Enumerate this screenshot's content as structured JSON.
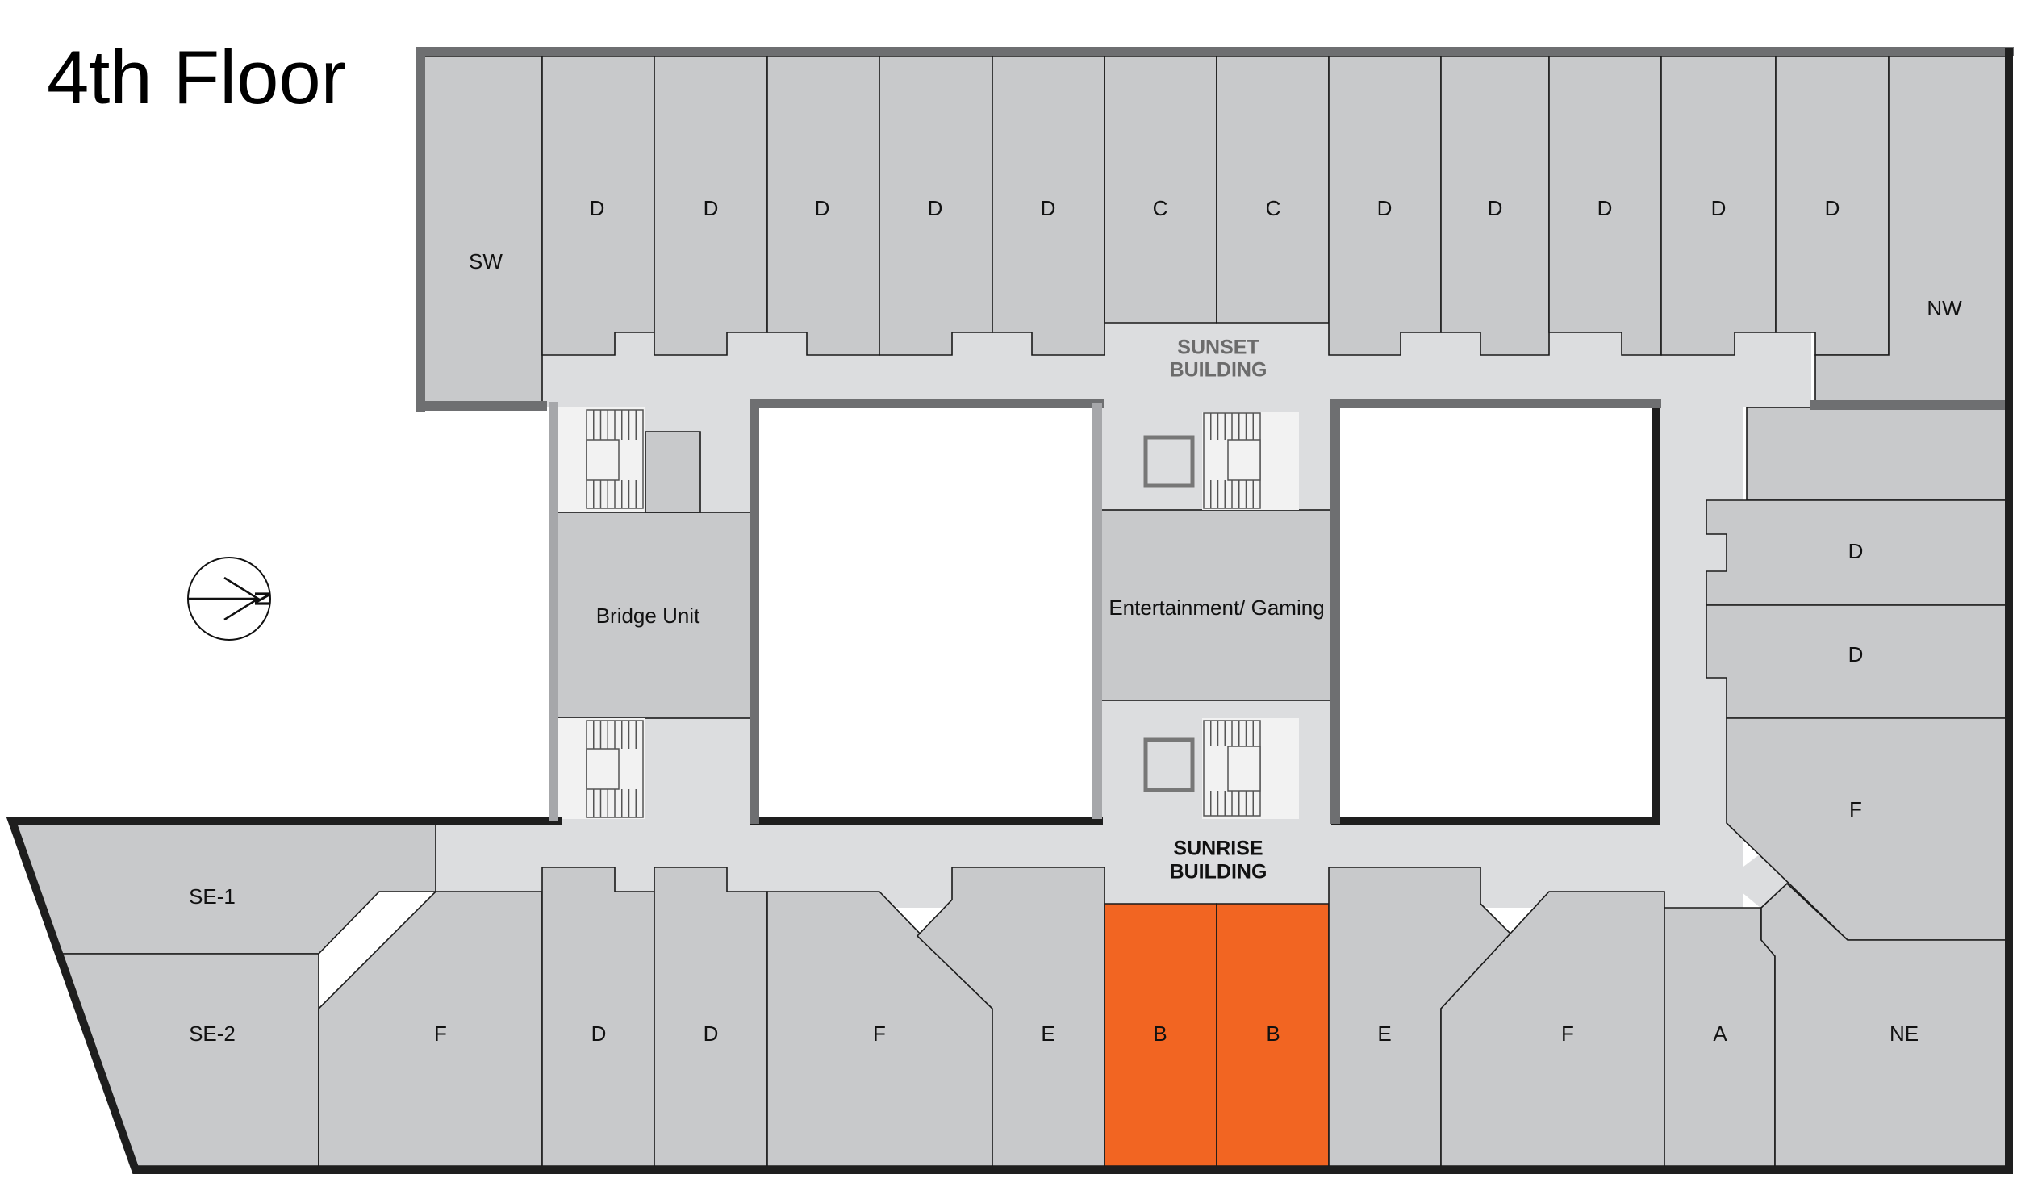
{
  "floor_title": "4th Floor",
  "buildings": {
    "sunset": [
      "SUNSET",
      "BUILDING"
    ],
    "sunrise": [
      "SUNRISE",
      "BUILDING"
    ]
  },
  "compass": {
    "letter": "N"
  },
  "colors": {
    "unit": "#c8c9cb",
    "corridor": "#dcdddf",
    "selected": "#f26522",
    "outline": "#1e1e1e"
  },
  "units": {
    "north_row": [
      "SW",
      "D",
      "D",
      "D",
      "D",
      "D",
      "C",
      "C",
      "D",
      "D",
      "D",
      "D",
      "D",
      "NW"
    ],
    "east_column": [
      "D",
      "D",
      "F"
    ],
    "south_row": [
      "SE-1",
      "SE-2",
      "F",
      "D",
      "D",
      "F",
      "E",
      "B",
      "B",
      "E",
      "F",
      "A",
      "NE"
    ],
    "amenities": [
      "Bridge Unit",
      "Entertainment/ Gaming"
    ],
    "selected_units": [
      "B",
      "B"
    ]
  }
}
